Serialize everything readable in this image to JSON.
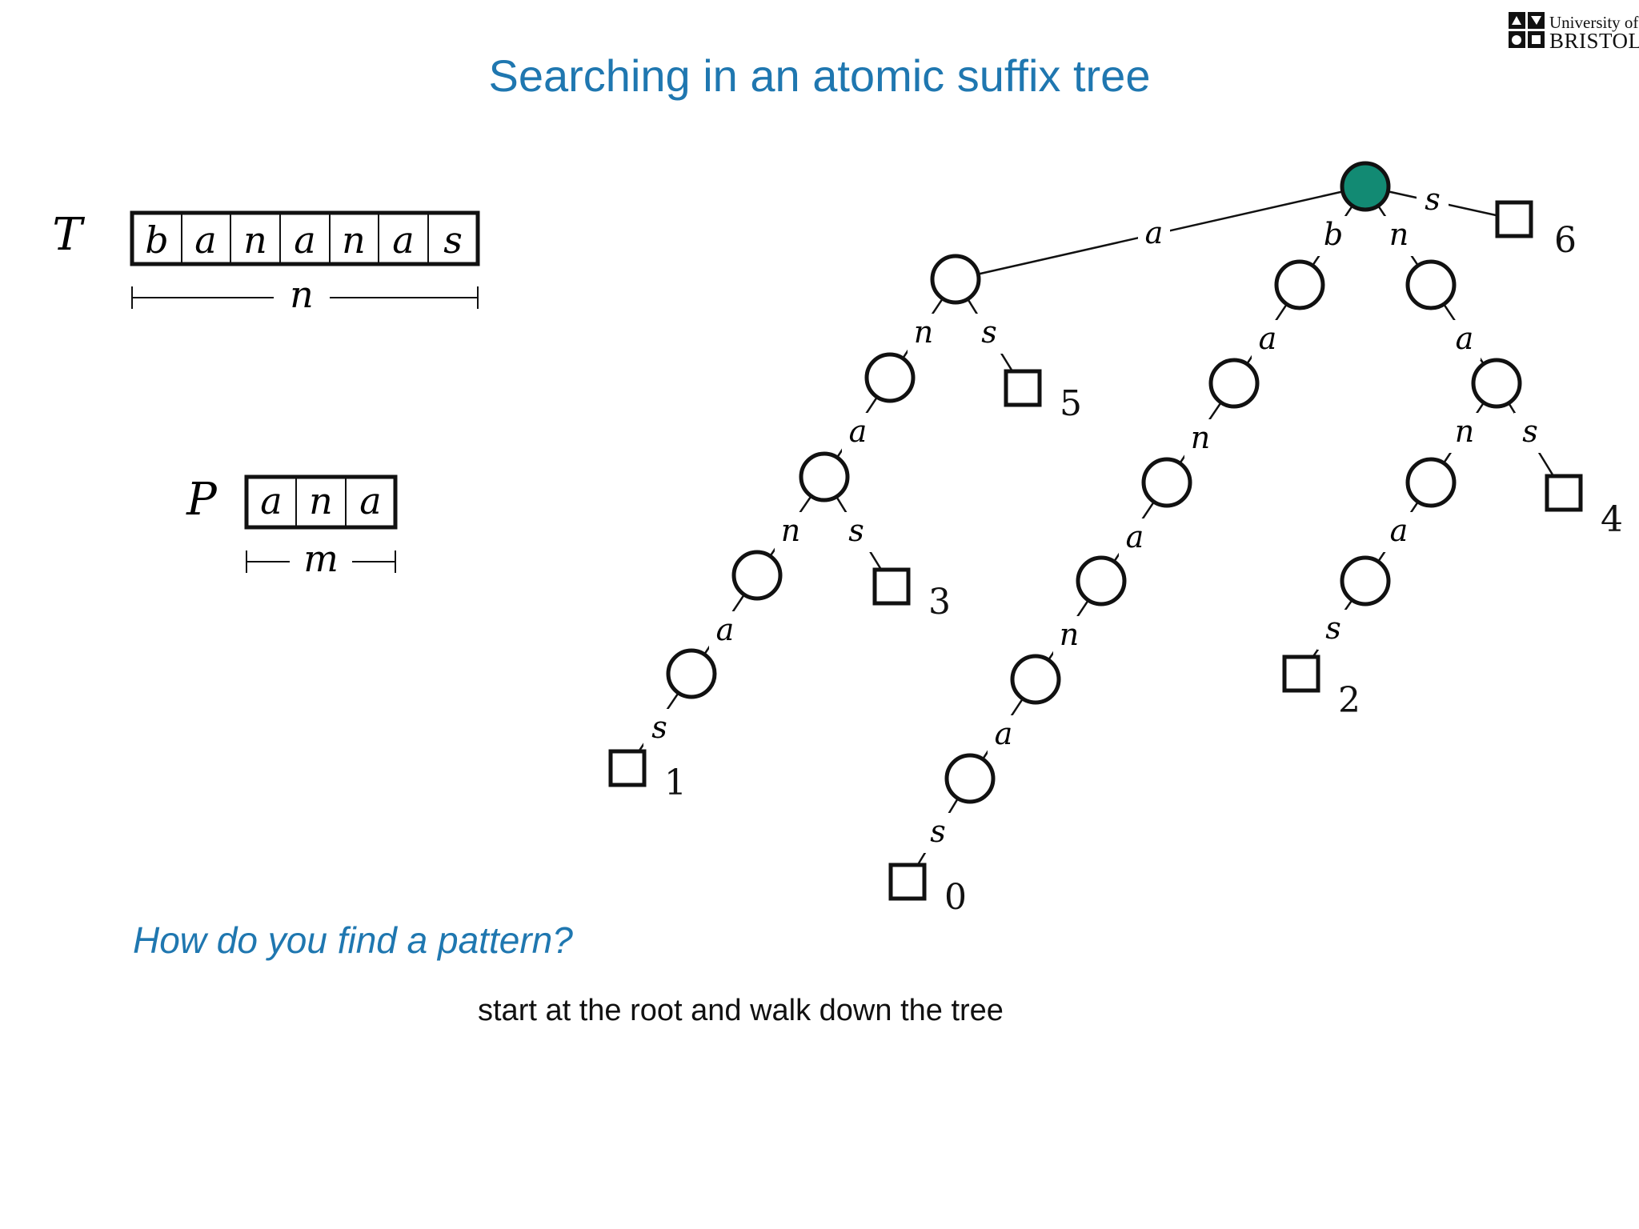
{
  "title": "Searching in an atomic suffix tree",
  "logo": {
    "line1": "University of",
    "line2": "BRISTOL"
  },
  "text_array": {
    "label": "T",
    "chars": [
      "b",
      "a",
      "n",
      "a",
      "n",
      "a",
      "s"
    ],
    "length_label": "n"
  },
  "pattern_array": {
    "label": "P",
    "chars": [
      "a",
      "n",
      "a"
    ],
    "length_label": "m"
  },
  "tree": {
    "root_highlight_color": "#128a73",
    "leaves": [
      "6",
      "5",
      "3",
      "1",
      "0",
      "4",
      "2"
    ],
    "edges": [
      "a",
      "b",
      "n",
      "s",
      "n",
      "s",
      "a",
      "n",
      "s",
      "a",
      "s",
      "a",
      "n",
      "a",
      "n",
      "a",
      "s",
      "a",
      "n",
      "s",
      "a",
      "s"
    ]
  },
  "question": "How do you find a pattern?",
  "answer": "start at the root and walk down the tree"
}
